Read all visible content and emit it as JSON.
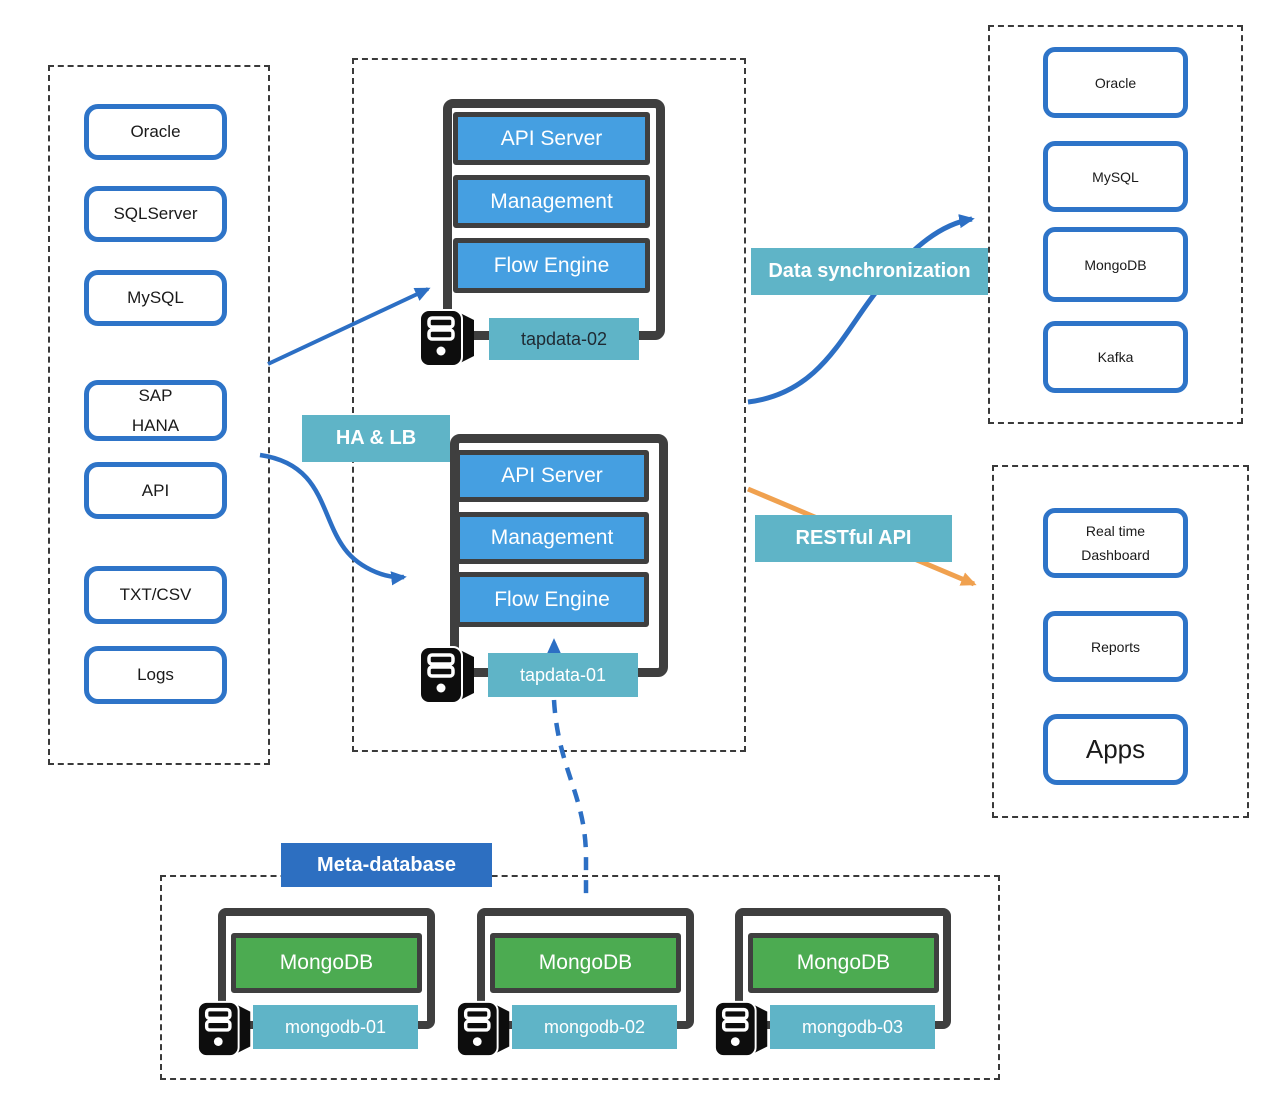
{
  "colors": {
    "node_border_blue": "#2e74c8",
    "component_blue": "#459fe1",
    "frame_dark": "#3f3f3f",
    "teal_label": "#5fb4c7",
    "meta_label_blue": "#2d6fc1",
    "mongo_green": "#4cab51",
    "arrow_blue": "#2c6fc4",
    "arrow_orange": "#f0a14f"
  },
  "icons": {
    "host": "computer-tower-icon"
  },
  "sources_panel": {
    "items": [
      {
        "label": "Oracle"
      },
      {
        "label": "SQLServer"
      },
      {
        "label": "MySQL"
      },
      {
        "label": "SAP\nHANA"
      },
      {
        "label": "API"
      },
      {
        "label": "TXT/CSV"
      },
      {
        "label": "Logs"
      }
    ]
  },
  "cluster_panel": {
    "ha_lb_label": "HA & LB",
    "servers": [
      {
        "name": "tapdata-02",
        "components": [
          {
            "label": "API Server"
          },
          {
            "label": "Management"
          },
          {
            "label": "Flow Engine"
          }
        ]
      },
      {
        "name": "tapdata-01",
        "components": [
          {
            "label": "API Server"
          },
          {
            "label": "Management"
          },
          {
            "label": "Flow Engine"
          }
        ]
      }
    ]
  },
  "flow_labels": {
    "data_sync": "Data synchronization",
    "restful_api": "RESTful API"
  },
  "sync_targets_panel": {
    "items": [
      {
        "label": "Oracle"
      },
      {
        "label": "MySQL"
      },
      {
        "label": "MongoDB"
      },
      {
        "label": "Kafka"
      }
    ]
  },
  "consumers_panel": {
    "items": [
      {
        "label": "Real time\nDashboard"
      },
      {
        "label": "Reports"
      },
      {
        "label": "Apps"
      }
    ]
  },
  "meta_panel": {
    "label": "Meta-database",
    "nodes": [
      {
        "component": "MongoDB",
        "name": "mongodb-01"
      },
      {
        "component": "MongoDB",
        "name": "mongodb-02"
      },
      {
        "component": "MongoDB",
        "name": "mongodb-03"
      }
    ]
  }
}
